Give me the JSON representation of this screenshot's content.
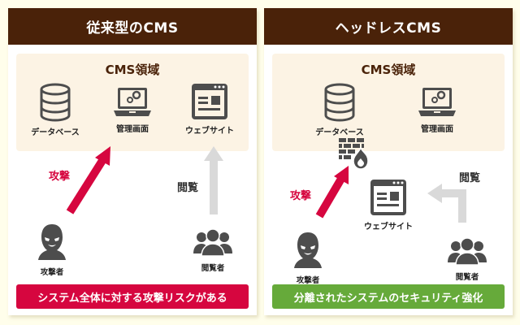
{
  "colors": {
    "header_bg": "#4a2209",
    "attack": "#d6063f",
    "view_arrow": "#d9d9d9",
    "green": "#66aa3a",
    "icon": "#4d4d4d",
    "cms_area_bg": "#fcf3e4",
    "page_bg": "#fffeeb"
  },
  "left": {
    "title": "従来型のCMS",
    "cms_area_title": "CMS領域",
    "nodes": [
      {
        "icon": "database-icon",
        "label": "データベース"
      },
      {
        "icon": "admin-laptop-icon",
        "label": "管理画面"
      },
      {
        "icon": "website-icon",
        "label": "ウェブサイト"
      }
    ],
    "attack_label": "攻撃",
    "view_label": "閲覧",
    "attacker_label": "攻撃者",
    "viewer_label": "閲覧者",
    "banner": "システム全体に対する攻撃リスクがある"
  },
  "right": {
    "title": "ヘッドレスCMS",
    "cms_area_title": "CMS領域",
    "nodes": [
      {
        "icon": "database-icon",
        "label": "データベース"
      },
      {
        "icon": "admin-laptop-icon",
        "label": "管理画面"
      }
    ],
    "firewall_icon": "firewall-icon",
    "website": {
      "icon": "website-icon",
      "label": "ウェブサイト"
    },
    "attack_label": "攻撃",
    "view_label": "閲覧",
    "attacker_label": "攻撃者",
    "viewer_label": "閲覧者",
    "banner": "分離されたシステムのセキュリティ強化"
  }
}
